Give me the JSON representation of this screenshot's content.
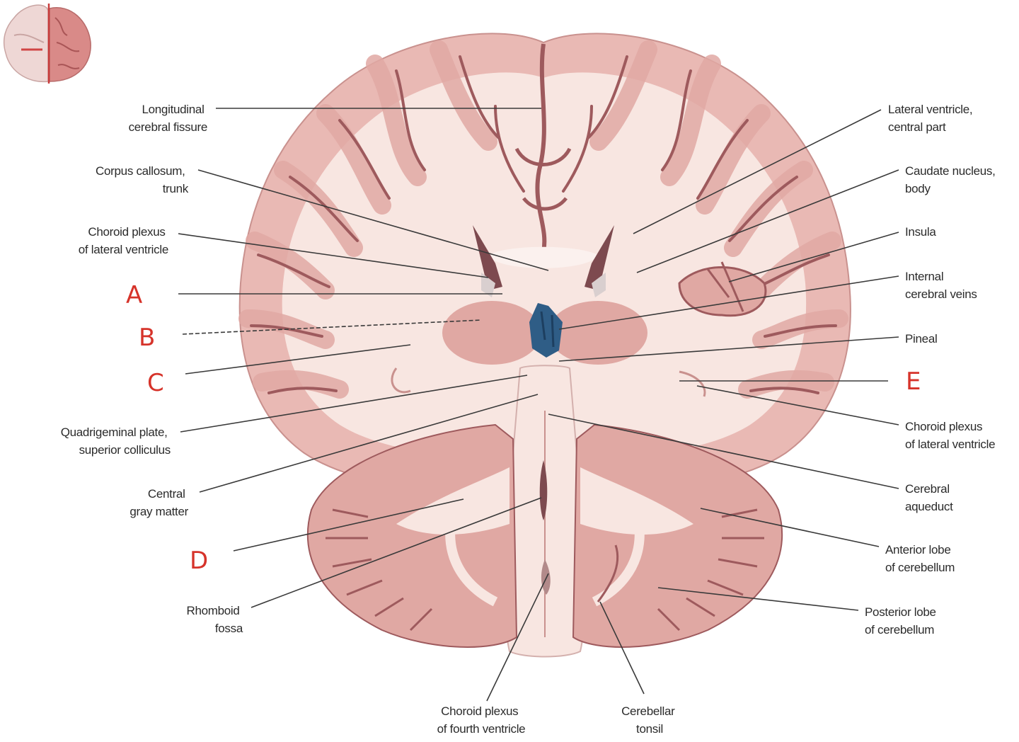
{
  "colors": {
    "tissue_outer": "#e9b9b4",
    "gray_matter": "#e0a8a3",
    "white_matter": "#f8e6e1",
    "sulcus_dark": "#9e5a5d",
    "ventricle_blue": "#2f5d86",
    "handwriting_red": "#d6332a",
    "leader_line": "#3a3a3a",
    "label_text": "#2b2b2b"
  },
  "thumbnail": {
    "icon": "brain-orientation-thumbnail"
  },
  "labels": {
    "left": [
      {
        "id": "longitudinal-fissure",
        "lines": [
          "Longitudinal",
          "cerebral fissure"
        ]
      },
      {
        "id": "corpus-callosum",
        "lines": [
          "Corpus callosum,",
          "trunk"
        ]
      },
      {
        "id": "choroid-plexus-lateral-left",
        "lines": [
          "Choroid plexus",
          "of lateral ventricle"
        ]
      },
      {
        "id": "quadrigeminal-plate",
        "lines": [
          "Quadrigeminal plate,",
          "superior colliculus"
        ]
      },
      {
        "id": "central-gray-matter",
        "lines": [
          "Central",
          "gray matter"
        ]
      },
      {
        "id": "rhomboid-fossa",
        "lines": [
          "Rhomboid",
          "fossa"
        ]
      }
    ],
    "right": [
      {
        "id": "lateral-ventricle-central",
        "lines": [
          "Lateral ventricle,",
          "central part"
        ]
      },
      {
        "id": "caudate-nucleus",
        "lines": [
          "Caudate nucleus,",
          "body"
        ]
      },
      {
        "id": "insula",
        "lines": [
          "Insula"
        ]
      },
      {
        "id": "internal-cerebral-veins",
        "lines": [
          "Internal",
          "cerebral veins"
        ]
      },
      {
        "id": "pineal",
        "lines": [
          "Pineal"
        ]
      },
      {
        "id": "choroid-plexus-lateral-right",
        "lines": [
          "Choroid plexus",
          "of lateral ventricle"
        ]
      },
      {
        "id": "cerebral-aqueduct",
        "lines": [
          "Cerebral",
          "aqueduct"
        ]
      },
      {
        "id": "anterior-lobe-cerebellum",
        "lines": [
          "Anterior lobe",
          "of cerebellum"
        ]
      },
      {
        "id": "posterior-lobe-cerebellum",
        "lines": [
          "Posterior lobe",
          "of cerebellum"
        ]
      }
    ],
    "bottom": [
      {
        "id": "choroid-plexus-fourth",
        "lines": [
          "Choroid plexus",
          "of fourth ventricle"
        ]
      },
      {
        "id": "cerebellar-tonsil",
        "lines": [
          "Cerebellar",
          "tonsil"
        ]
      }
    ]
  },
  "handwritten_letters": [
    "A",
    "B",
    "C",
    "D",
    "E"
  ]
}
